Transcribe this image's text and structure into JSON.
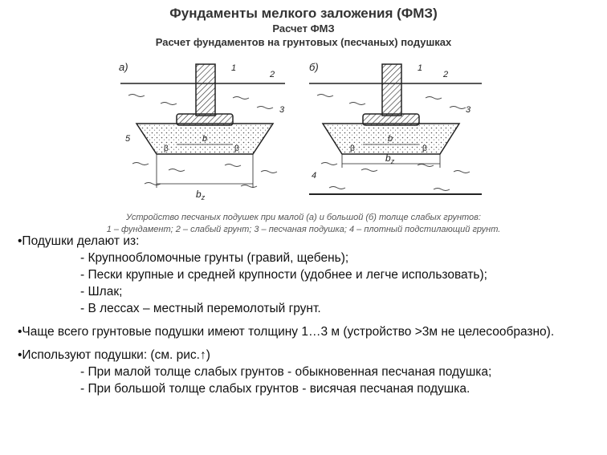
{
  "header": {
    "title": "Фундаменты мелкого заложения (ФМЗ)",
    "subtitle": "Расчет ФМЗ",
    "section": "Расчет фундаментов на грунтовых (песчаных) подушках"
  },
  "figure": {
    "panel_a": "а)",
    "panel_b": "б)",
    "labels": [
      "1",
      "2",
      "3",
      "4",
      "5"
    ],
    "dim_b": "b",
    "dim_bz": "b",
    "dim_bz_sub": "z",
    "angle": "β"
  },
  "caption": {
    "line1": "Устройство песчаных подушек при малой (а) и большой (б) толще слабых грунтов:",
    "line2": "1 – фундамент; 2 – слабый грунт; 3 – песчаная подушка; 4 – плотный подстилающий грунт."
  },
  "body": {
    "b1_heading": "•Подушки делают из:",
    "b1_items": [
      "- Крупнообломочные грунты (гравий, щебень);",
      "- Пески крупные и средней крупности (удобнее и легче использовать);",
      "- Шлак;",
      "- В лессах – местный перемолотый грунт."
    ],
    "b2_text": "•Чаще всего грунтовые подушки имеют толщину 1…3 м (устройство >3м не целесообразно).",
    "b3_heading": "•Используют подушки: (см. рис.↑)",
    "b3_item1": "- При малой толще слабых грунтов - обыкновенная песчаная подушка;",
    "b3_item2": "- При большой толще слабых грунтов - висячая песчаная подушка."
  }
}
